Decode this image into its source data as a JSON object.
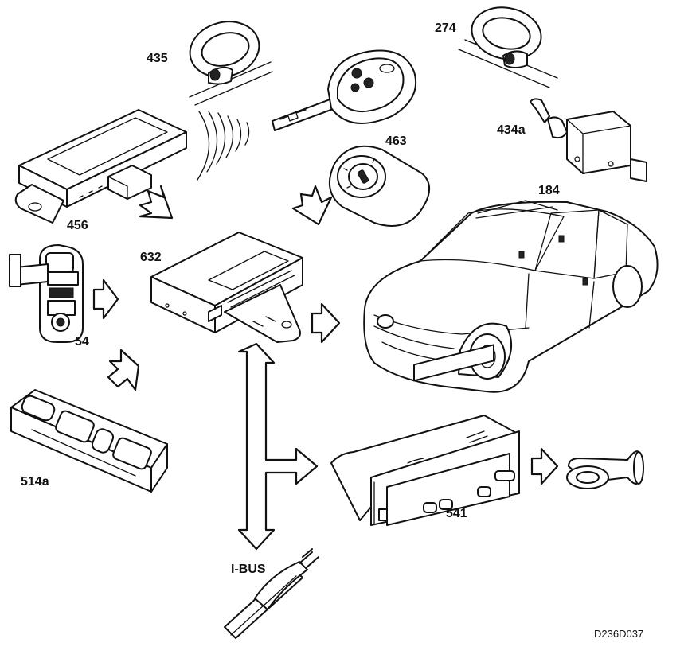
{
  "labels": {
    "c435": "435",
    "c274": "274",
    "c463": "463",
    "c434a": "434a",
    "c456": "456",
    "c184": "184",
    "c632": "632",
    "c54": "54",
    "c514a": "514a",
    "c541": "541",
    "ibus": "I-BUS"
  },
  "drawing_code": "D236D037"
}
